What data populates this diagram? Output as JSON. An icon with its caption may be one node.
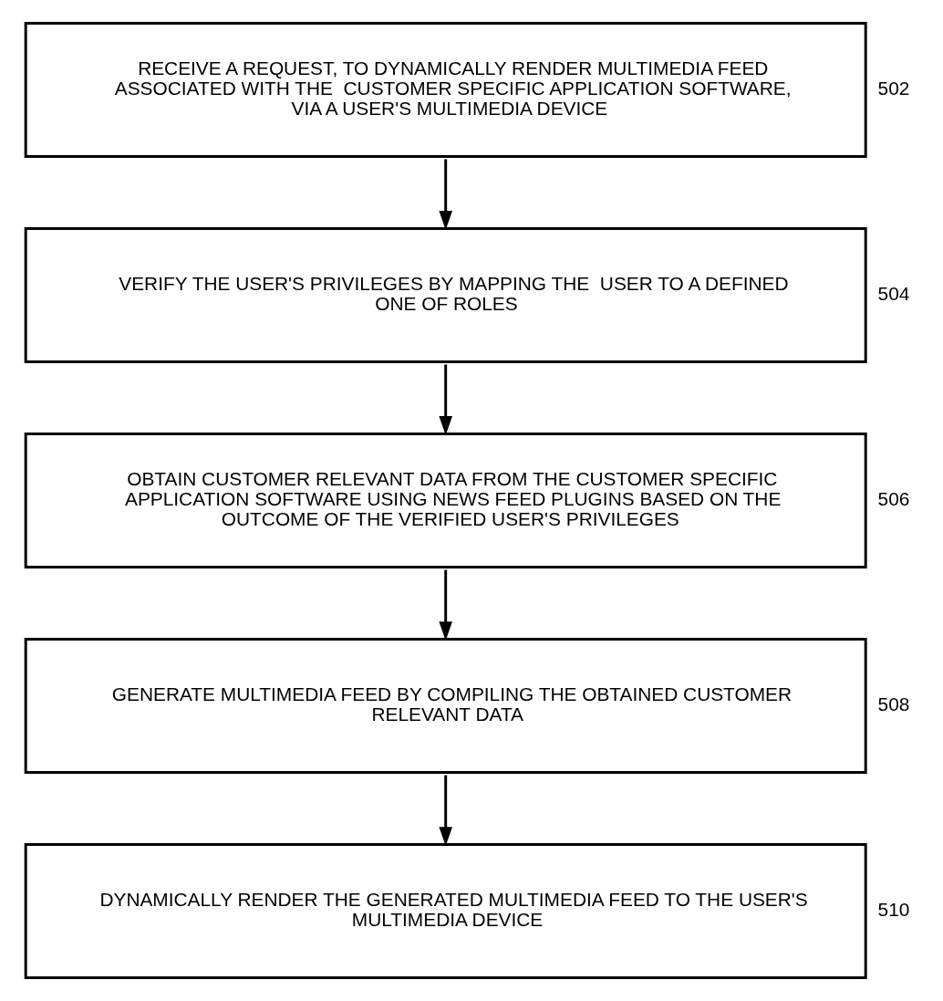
{
  "diagram": {
    "nodes": [
      {
        "text": [
          "RECEIVE A REQUEST, TO DYNAMICALLY RENDER MULTIMEDIA FEED ASSOCIATED WITH THE  CUSTOMER SPECIFIC APPLICATION SOFTWARE, VIA A USER'S MULTIMEDIA DEVICE"
        ],
        "beside": [
          "502"
        ]
      },
      {
        "text": [
          "VERIFY THE USER'S PRIVILEGES BY MAPPING THE  USER TO A DEFINED ONE OF ROLES"
        ],
        "beside": [
          "504"
        ]
      },
      {
        "text": [
          "OBTAIN CUSTOMER RELEVANT DATA FROM THE CUSTOMER SPECIFIC APPLICATION SOFTWARE USING NEWS FEED PLUGINS BASED ON THE OUTCOME OF THE VERIFIED USER'S PRIVILEGES"
        ],
        "beside": [
          "506"
        ]
      },
      {
        "text": [
          "GENERATE MULTIMEDIA FEED BY COMPILING THE OBTAINED CUSTOMER RELEVANT DATA"
        ],
        "beside": [
          "508"
        ]
      },
      {
        "text": [
          "DYNAMICALLY RENDER THE GENERATED MULTIMEDIA FEED TO THE USER'S MULTIMEDIA DEVICE"
        ],
        "beside": [
          "510"
        ]
      }
    ],
    "edges": [
      {
        "from": 0,
        "to": 1,
        "arrow": "to"
      },
      {
        "from": 1,
        "to": 2,
        "arrow": "to"
      },
      {
        "from": 2,
        "to": 3,
        "arrow": "to"
      },
      {
        "from": 3,
        "to": 4,
        "arrow": "to"
      }
    ]
  }
}
